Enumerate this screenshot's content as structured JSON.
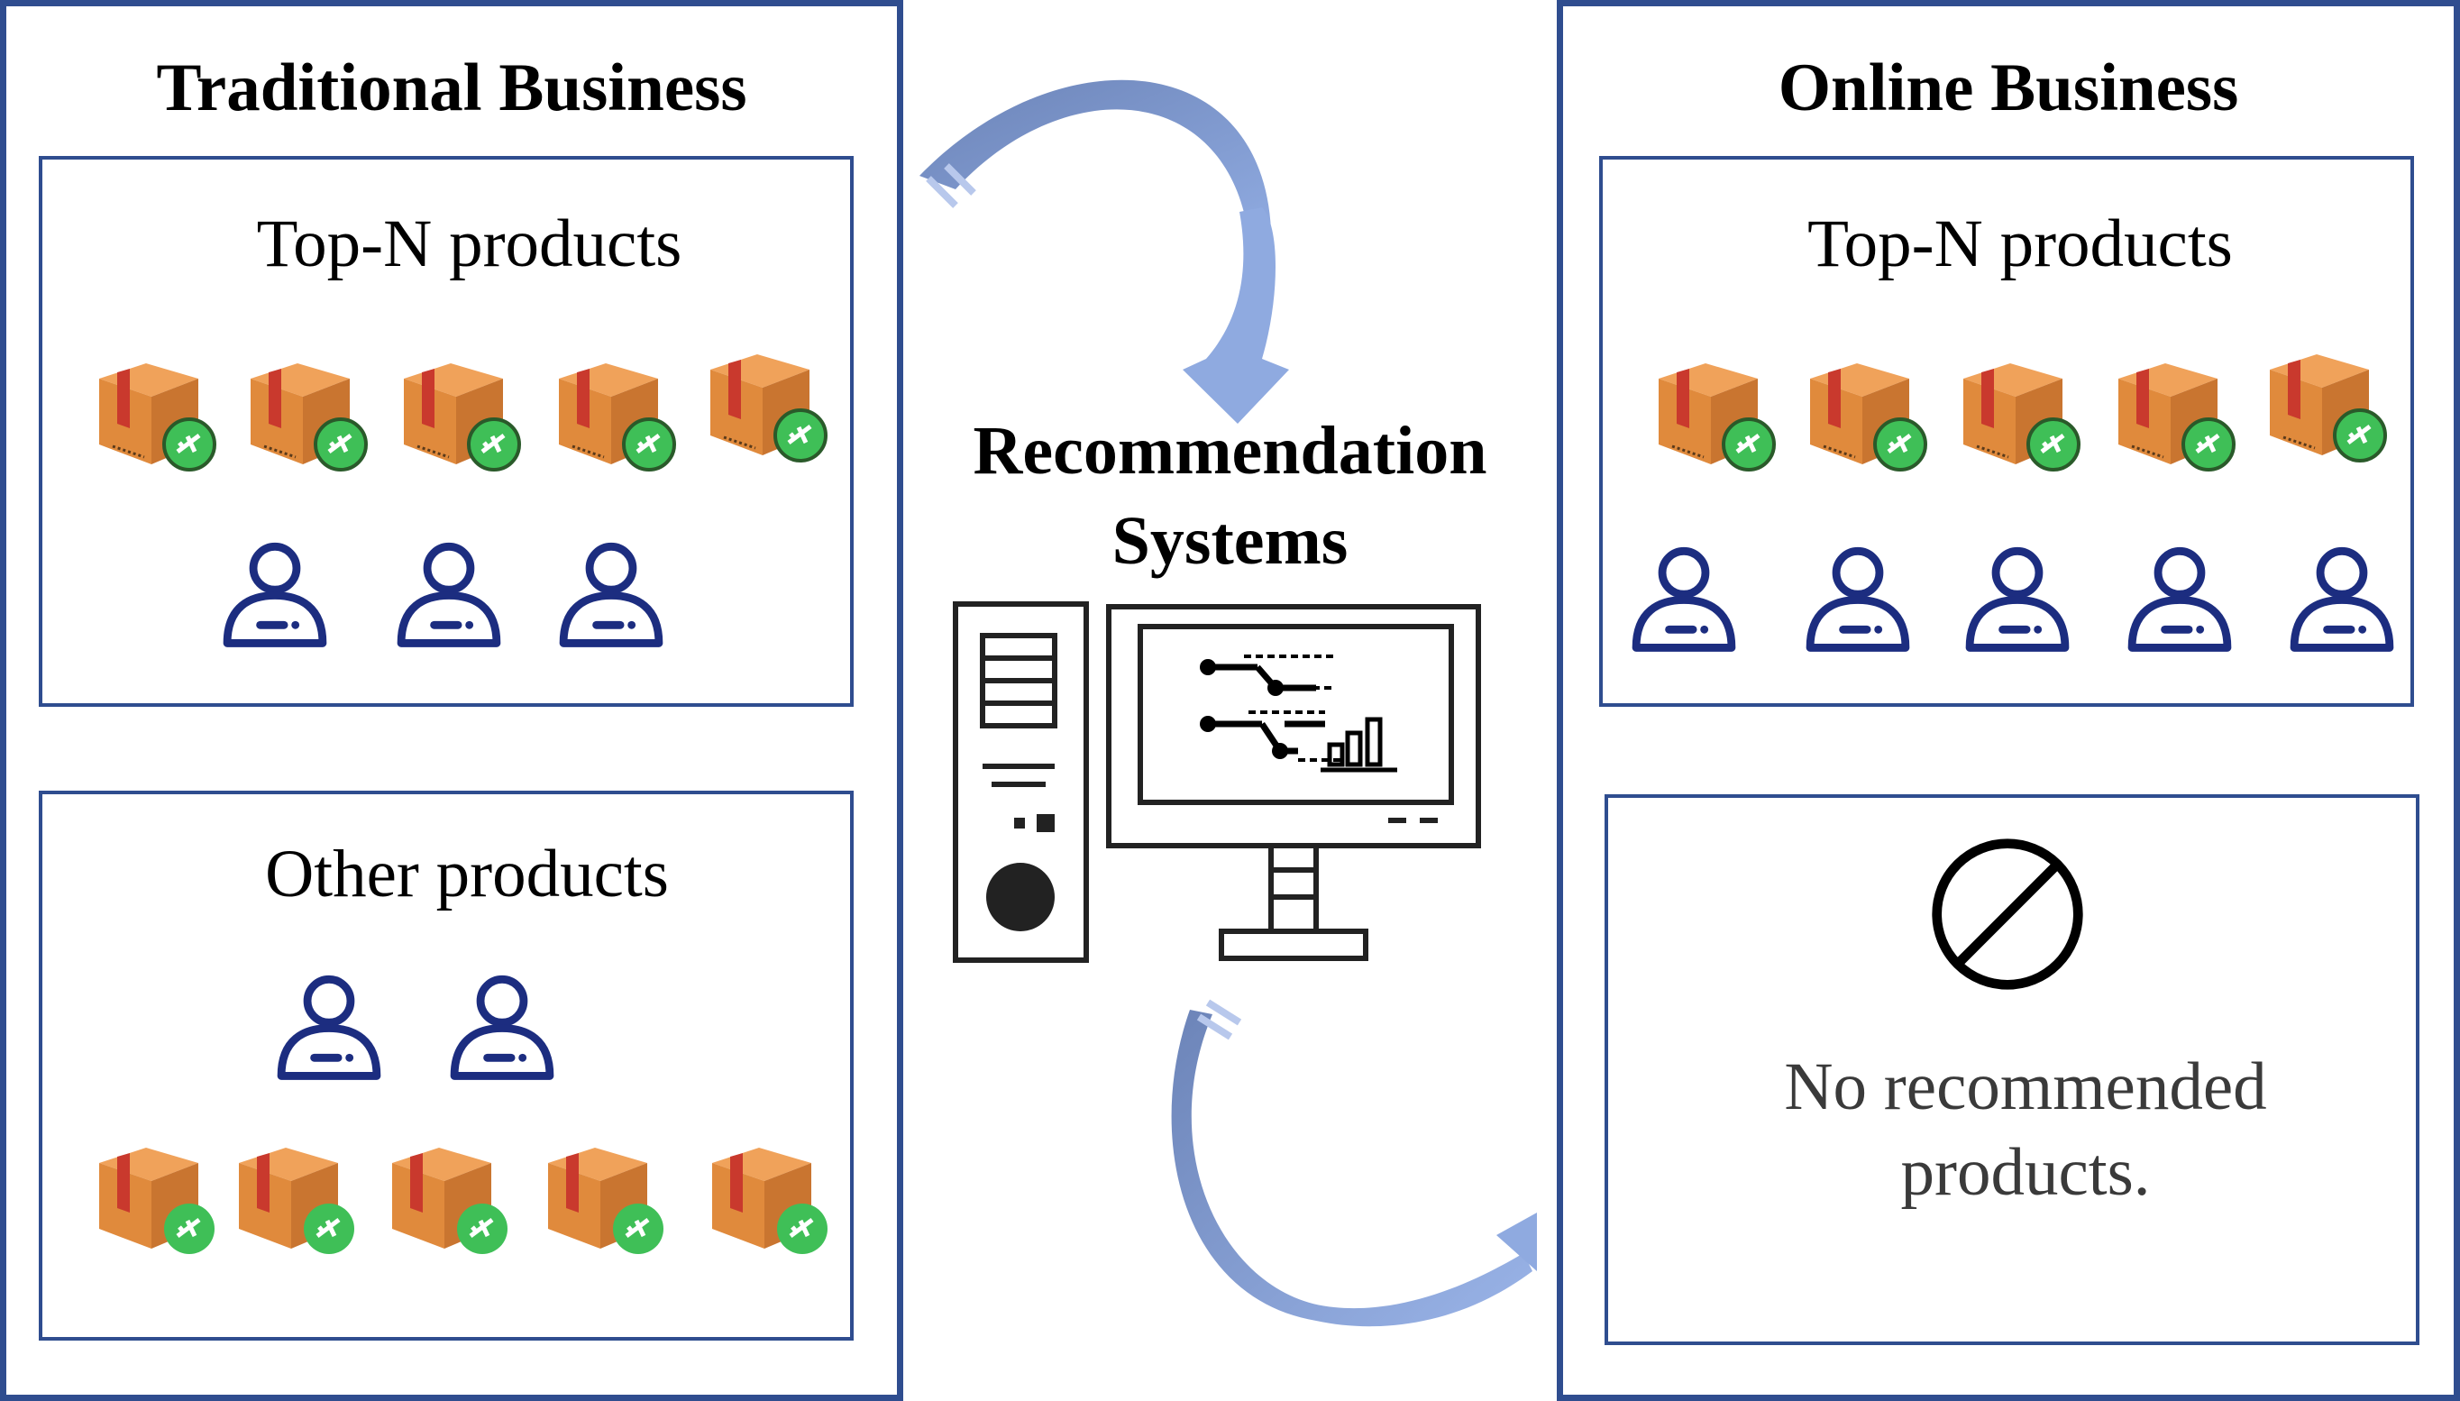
{
  "left_panel": {
    "title": "Traditional Business",
    "top_box": {
      "label": "Top-N products",
      "product_count": 5,
      "user_count": 3
    },
    "bottom_box": {
      "label": "Other products",
      "product_count": 5,
      "user_count": 2
    }
  },
  "center": {
    "title_line1": "Recommendation",
    "title_line2": "Systems",
    "computer_icon": "desktop-computer-icon",
    "chart_icon": "circuit-bar-chart-icon"
  },
  "right_panel": {
    "title": "Online Business",
    "top_box": {
      "label": "Top-N products",
      "product_count": 5,
      "user_count": 5
    },
    "bottom_box": {
      "label": "No recommended products.",
      "line1": "No recommended",
      "line2": "products.",
      "icon": "prohibited-icon"
    }
  },
  "colors": {
    "border": "#2f4d8f",
    "user_icon": "#1c2d80",
    "arrow_light": "#8faae0",
    "arrow_dark": "#6c84b8",
    "box_orange": "#e08a3c",
    "tape_red": "#c9392d",
    "badge_green": "#3fbf57"
  },
  "icons": {
    "product": "package-delivery-icon",
    "user": "user-icon"
  }
}
